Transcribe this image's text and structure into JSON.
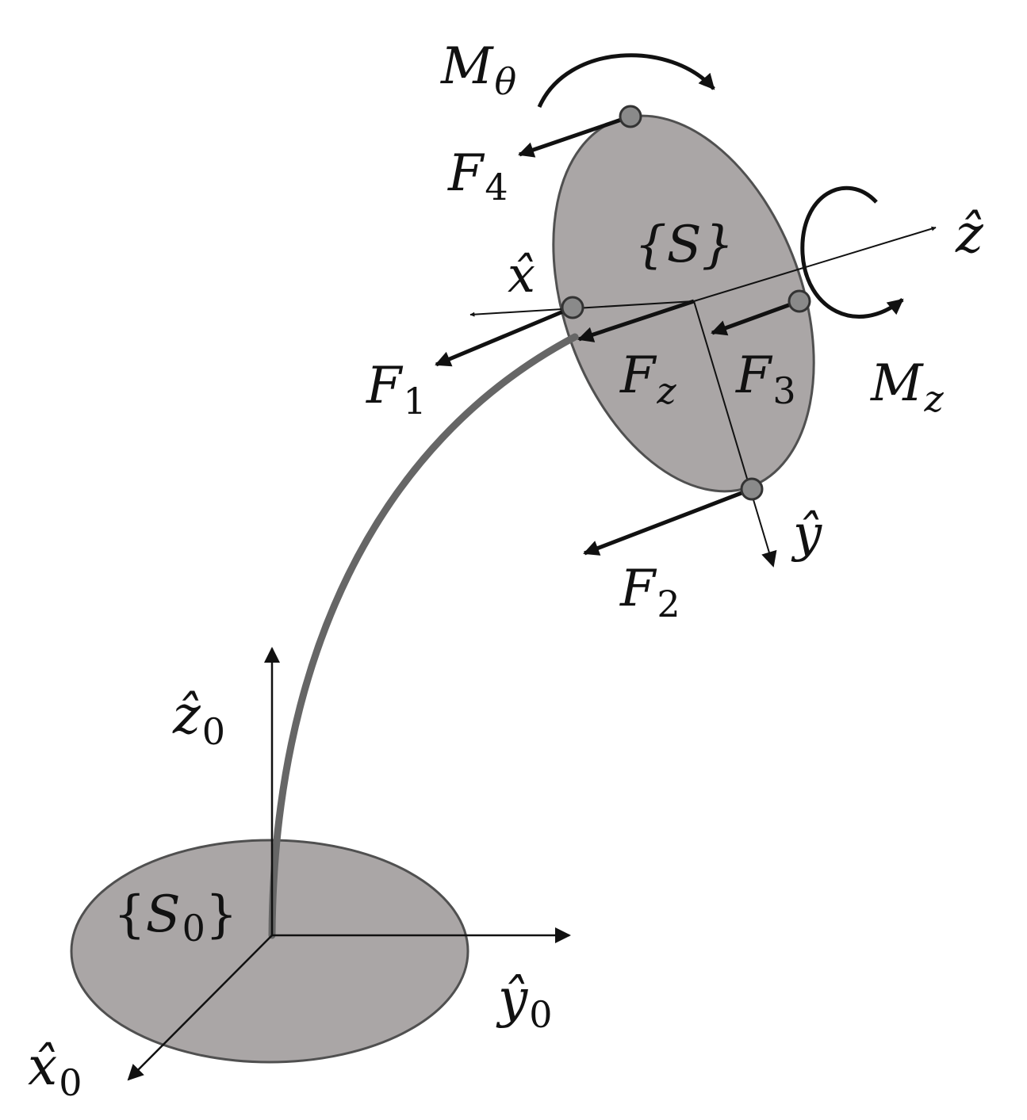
{
  "labels": {
    "m_theta_main": "M",
    "m_theta_sub": "θ",
    "f4_main": "F",
    "f4_sub": "4",
    "s_frame": "{S}",
    "z_hat": "ẑ",
    "x_hat": "x̂",
    "f1_main": "F",
    "f1_sub": "1",
    "fz_main": "F",
    "fz_sub": "z",
    "f3_main": "F",
    "f3_sub": "3",
    "mz_main": "M",
    "mz_sub": "z",
    "y_hat": "ŷ",
    "f2_main": "F",
    "f2_sub": "2",
    "z0_main": "ẑ",
    "z0_sub": "0",
    "s0_open": "{",
    "s0_main": "S",
    "s0_sub": "0",
    "s0_close": "}",
    "y0_main": "ŷ",
    "y0_sub": "0",
    "x0_main": "x̂",
    "x0_sub": "0"
  },
  "colors": {
    "disk_fill": "#aaa6a6",
    "disk_stroke": "#505050",
    "rod": "#666666",
    "arrow": "#111111",
    "node_fill": "#8a8a8a"
  }
}
